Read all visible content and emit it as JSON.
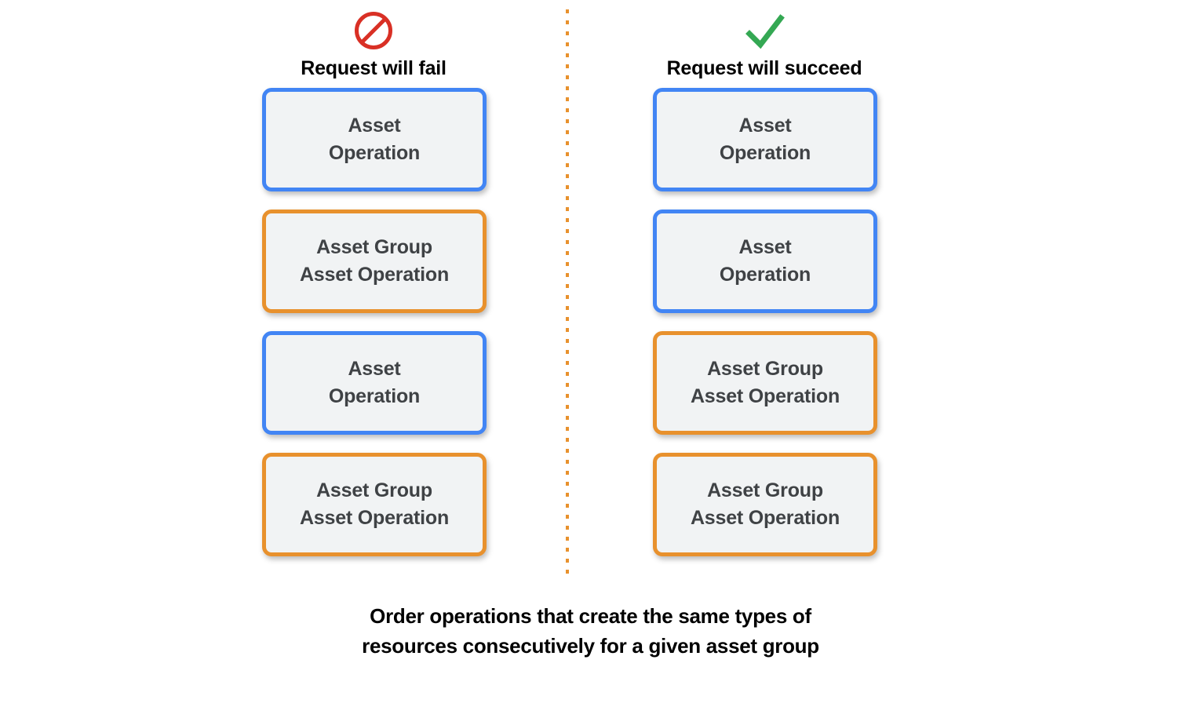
{
  "theme": {
    "background": "#ffffff",
    "blue_accent": "#4285f4",
    "orange_accent": "#e8912d",
    "box_fill": "#f1f3f4",
    "box_text": "#3f4245",
    "fail_icon_color": "#d93025",
    "success_icon_color": "#34a853",
    "divider_color": "#e8912d",
    "caption_color": "#000000"
  },
  "columns": [
    {
      "id": "fail",
      "icon": "prohibition-icon",
      "title": "Request will fail",
      "boxes": [
        {
          "label": "Asset\nOperation",
          "accent": "blue"
        },
        {
          "label": "Asset Group\nAsset Operation",
          "accent": "orange"
        },
        {
          "label": "Asset\nOperation",
          "accent": "blue"
        },
        {
          "label": "Asset Group\nAsset Operation",
          "accent": "orange"
        }
      ]
    },
    {
      "id": "succeed",
      "icon": "checkmark-icon",
      "title": "Request will succeed",
      "boxes": [
        {
          "label": "Asset\nOperation",
          "accent": "blue"
        },
        {
          "label": "Asset\nOperation",
          "accent": "blue"
        },
        {
          "label": "Asset Group\nAsset Operation",
          "accent": "orange"
        },
        {
          "label": "Asset Group\nAsset Operation",
          "accent": "orange"
        }
      ]
    }
  ],
  "caption": "Order operations that create the same types of\nresources consecutively for a given asset group"
}
